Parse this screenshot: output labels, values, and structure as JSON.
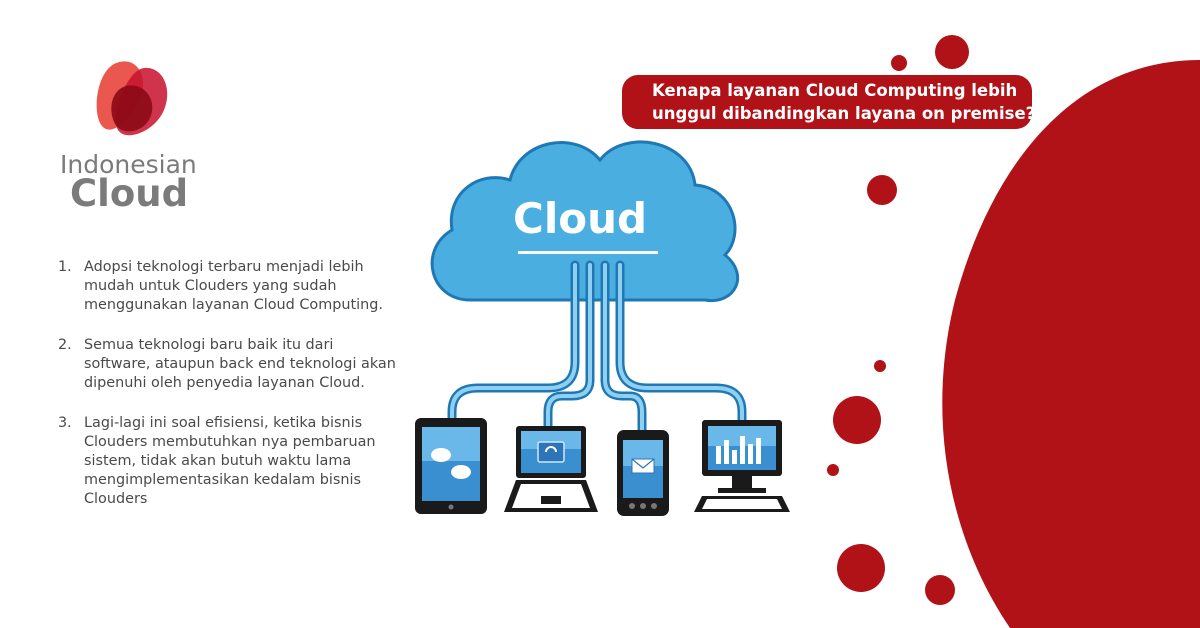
{
  "brand": {
    "line1": "Indonesian",
    "line2": "Cloud",
    "logo_icon": "flame-petals-icon",
    "colors": {
      "red": "#b01218",
      "grey": "#7b7b7b"
    }
  },
  "question": "Kenapa layanan Cloud Computing lebih unggul dibandingkan layana on premise?",
  "points": [
    {
      "num": "1.",
      "text": "Adopsi teknologi terbaru menjadi lebih mudah untuk Clouders yang sudah menggunakan layanan Cloud Computing."
    },
    {
      "num": "2.",
      "text": "Semua teknologi baru baik itu dari software, ataupun back end teknologi akan dipenuhi oleh penyedia layanan Cloud."
    },
    {
      "num": "3.",
      "text": "Lagi-lagi ini soal efisiensi, ketika bisnis Clouders membutuhkan nya pembaruan sistem, tidak akan butuh waktu lama mengimplementasikan kedalam bisnis Clouders"
    }
  ],
  "diagram": {
    "cloud_label": "Cloud",
    "cloud_color": "#4aaee0",
    "devices": [
      "tablet-icon",
      "laptop-icon",
      "phone-icon",
      "desktop-icon"
    ]
  }
}
